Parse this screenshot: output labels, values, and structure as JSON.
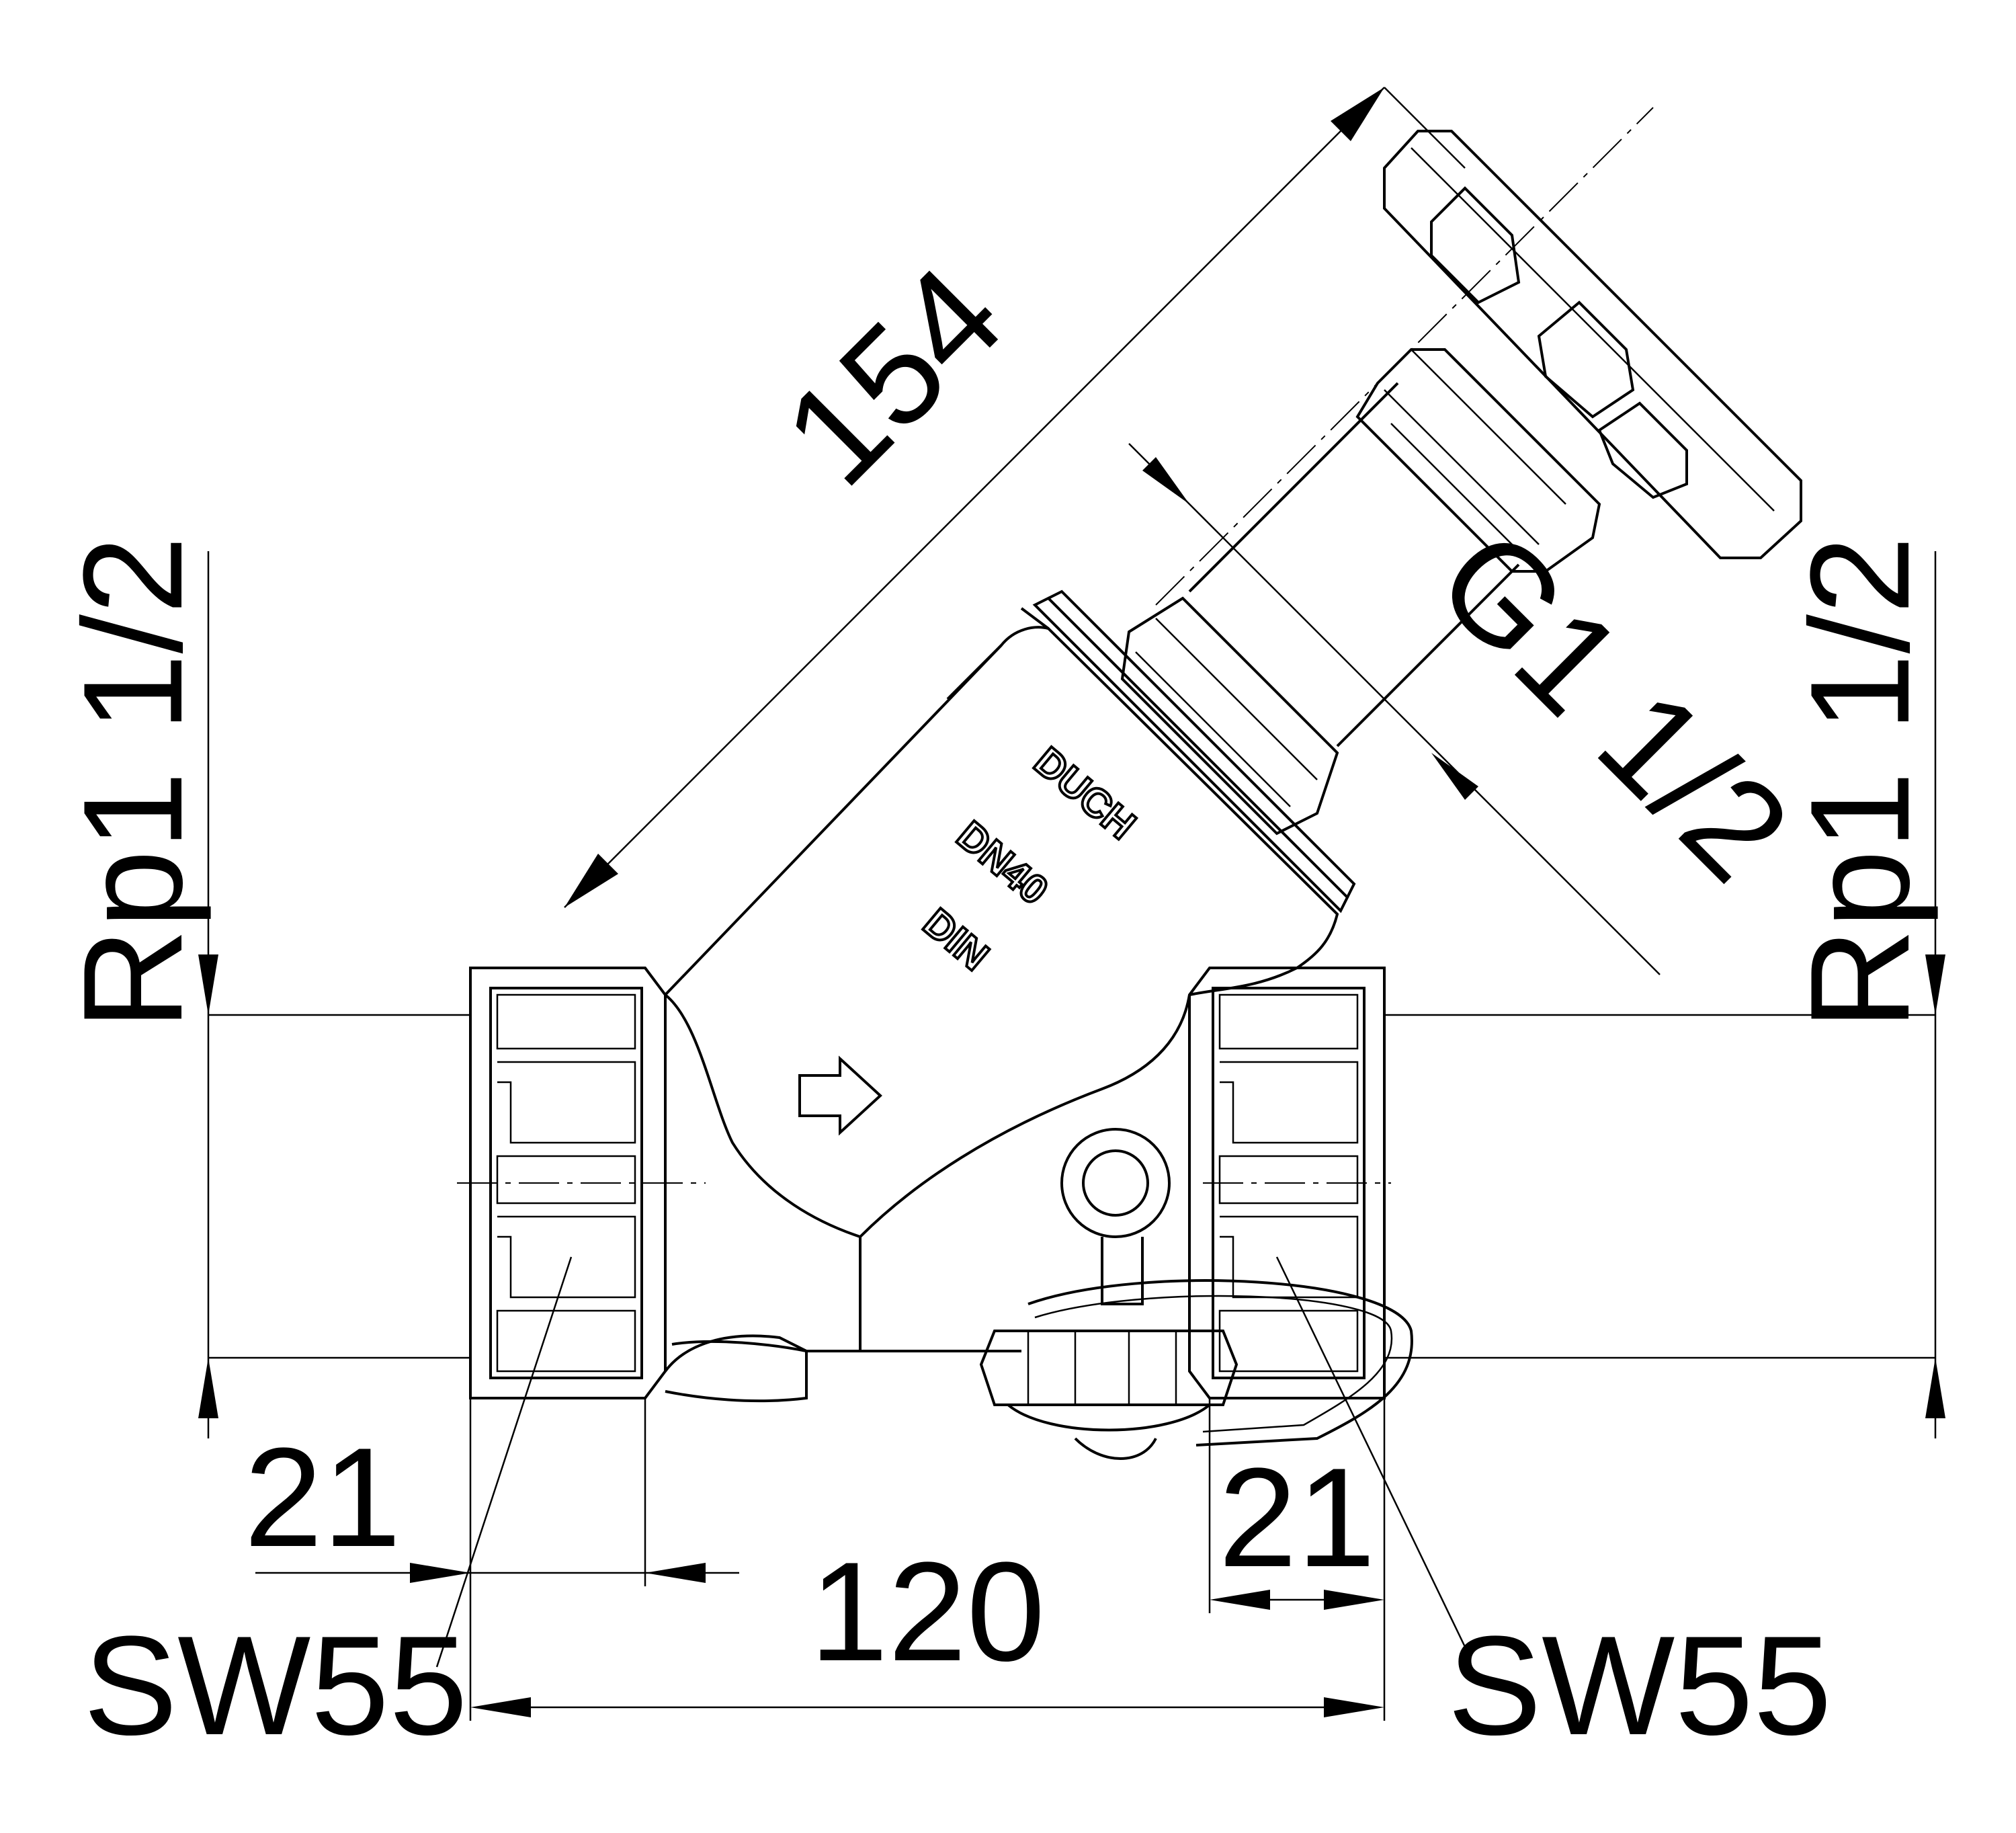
{
  "dimensions": {
    "total_length": "120",
    "face_depth_left": "21",
    "face_depth_right": "21",
    "wrench_left": "SW55",
    "wrench_right": "SW55",
    "thread_left": "Rp1 1/2",
    "thread_right": "Rp1 1/2",
    "bonnet_thread": "G1 1/2",
    "height": "154"
  },
  "body_markings": {
    "maker": "DUCH",
    "nominal_size": "DN40",
    "standard": "DIN"
  },
  "flow_direction": "arrow-right"
}
